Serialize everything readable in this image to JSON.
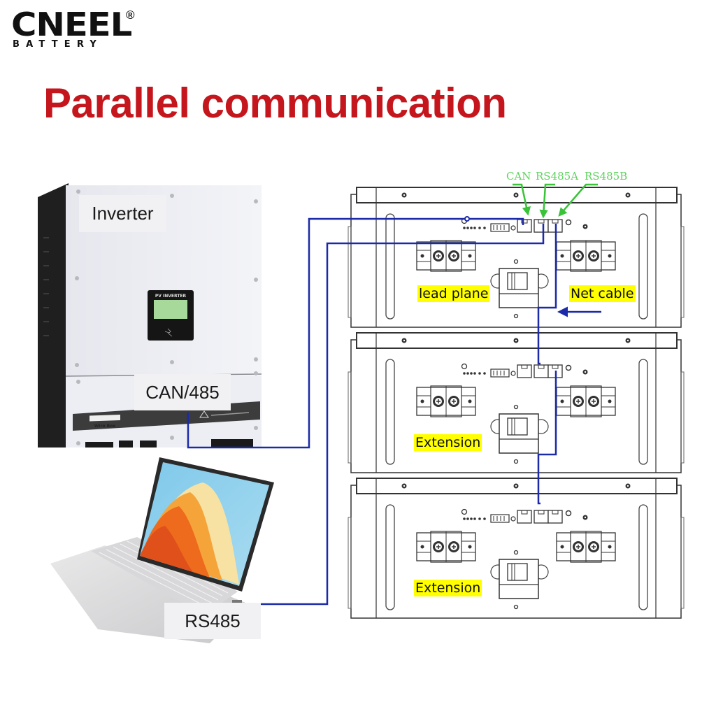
{
  "brand": {
    "name": "CNEEL",
    "registered_mark": "®",
    "tagline": "BATTERY"
  },
  "title": "Parallel communication",
  "colors": {
    "title_red": "#c4161c",
    "cable_blue": "#1a2aa8",
    "annotation_green": "#5fd35f",
    "highlight_yellow": "#ffff00"
  },
  "devices": {
    "inverter": {
      "label": "Inverter",
      "panel_label": "PV INVERTER",
      "wire_box_label": "Wire Box",
      "port_label": "CAN/485"
    },
    "laptop": {
      "port_label": "RS485"
    }
  },
  "port_annotations": [
    "CAN",
    "RS485A",
    "RS485B"
  ],
  "battery_modules": [
    {
      "role": "lead plane",
      "cable_note": "Net cable"
    },
    {
      "role": "Extension"
    },
    {
      "role": "Extension"
    }
  ]
}
